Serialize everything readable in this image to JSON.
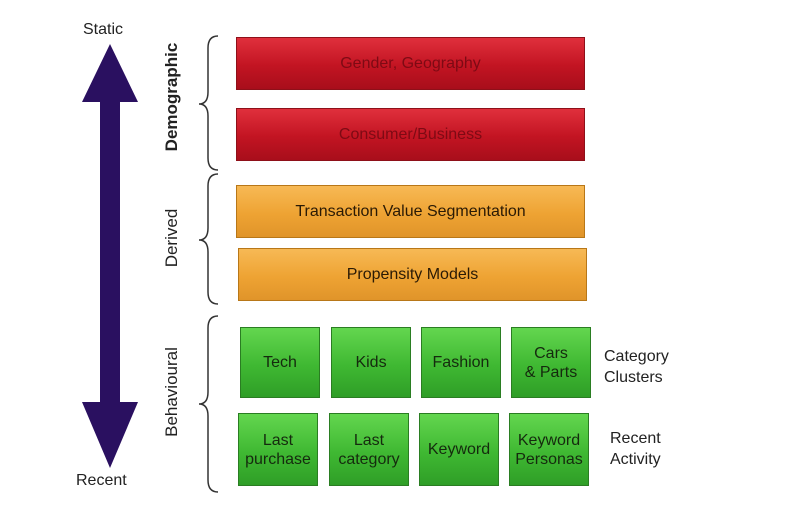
{
  "axis": {
    "top_label": "Static",
    "bottom_label": "Recent",
    "arrow_color": "#2a1060"
  },
  "groups": {
    "demographic": "Demographic",
    "derived": "Derived",
    "behavioural": "Behavioural"
  },
  "demographic_bars": [
    "Gender, Geography",
    "Consumer/Business"
  ],
  "derived_bars": [
    "Transaction Value Segmentation",
    "Propensity Models"
  ],
  "category_tiles": [
    {
      "line1": "Tech",
      "line2": ""
    },
    {
      "line1": "Kids",
      "line2": ""
    },
    {
      "line1": "Fashion",
      "line2": ""
    },
    {
      "line1": "Cars",
      "line2": "& Parts"
    }
  ],
  "recent_tiles": [
    {
      "line1": "Last",
      "line2": "purchase"
    },
    {
      "line1": "Last",
      "line2": "category"
    },
    {
      "line1": "Keyword",
      "line2": ""
    },
    {
      "line1": "Keyword",
      "line2": "Personas"
    }
  ],
  "row_labels": {
    "category": {
      "line1": "Category",
      "line2": "Clusters"
    },
    "recent": {
      "line1": "Recent",
      "line2": "Activity"
    }
  },
  "colors": {
    "red": "#c21422",
    "orange": "#eea333",
    "green": "#3fb832"
  }
}
